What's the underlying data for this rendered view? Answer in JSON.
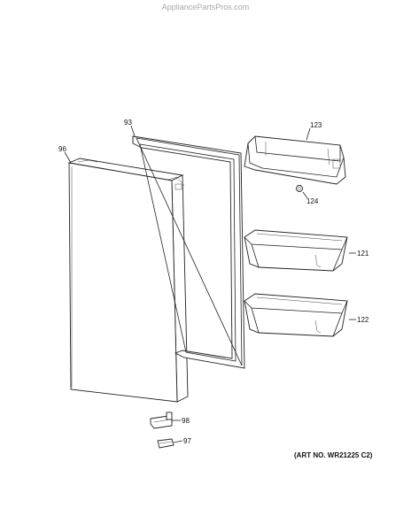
{
  "watermark": "AppliancePartsPros.com",
  "art_number": "(ART NO. WR21225 C2)",
  "callouts": {
    "door_outer": "96",
    "door_gasket": "93",
    "top_bin": "123",
    "bin_clip": "124",
    "middle_bin": "121",
    "lower_bin": "122",
    "hinge_lower": "98",
    "hinge_cap": "97"
  }
}
